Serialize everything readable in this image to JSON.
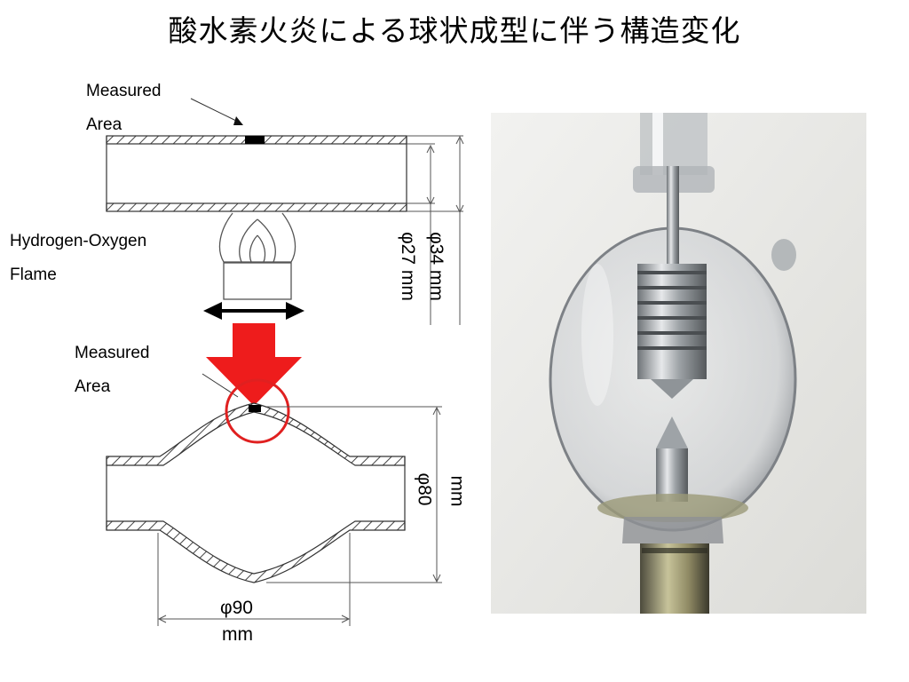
{
  "title": "酸水素火炎による球状成型に伴う構造変化",
  "labels": {
    "measured_area_top": "Measured Area",
    "measured_area_bottom": "Measured Area",
    "flame": "Hydrogen-Oxygen Flame"
  },
  "dimensions": {
    "inner_tube": "φ27 mm",
    "outer_tube": "φ34 mm",
    "sphere_height_value": "φ80",
    "sphere_height_unit": "mm",
    "sphere_width_value": "φ90",
    "sphere_width_unit": "mm"
  },
  "colors": {
    "arrow": "#ee1c1c",
    "circle": "#e02020",
    "line": "#333333"
  },
  "icons": {
    "process_arrow": "red-down-arrow-icon",
    "motion_arrow": "double-headed-arrow-icon"
  }
}
